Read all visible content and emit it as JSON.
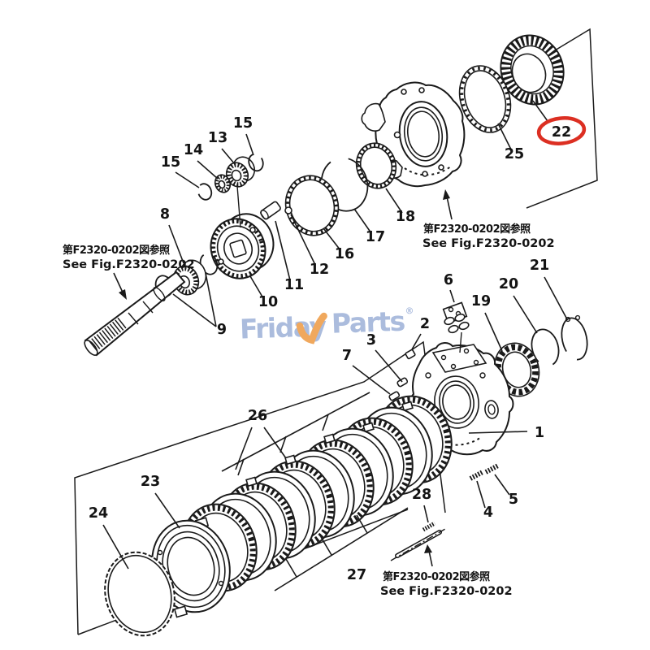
{
  "watermark": {
    "first": "Friday",
    "second": "Parts",
    "reg": "®",
    "text_color": "#a7b9dc",
    "check_color": "#f0a455"
  },
  "highlight": {
    "label": "22",
    "color": "#dc2f22"
  },
  "see_fig": {
    "jp": "第F2320-0202図参照",
    "en": "See Fig.F2320-0202"
  },
  "callouts": {
    "c1": "1",
    "c2": "2",
    "c3": "3",
    "c4": "4",
    "c5": "5",
    "c6": "6",
    "c7": "7",
    "c8": "8",
    "c9": "9",
    "c10": "10",
    "c11": "11",
    "c12": "12",
    "c13": "13",
    "c14": "14",
    "c15a": "15",
    "c15b": "15",
    "c16": "16",
    "c17": "17",
    "c18": "18",
    "c19": "19",
    "c20": "20",
    "c21": "21",
    "c22": "22",
    "c23": "23",
    "c24": "24",
    "c25": "25",
    "c26": "26",
    "c27": "27",
    "c28": "28"
  }
}
